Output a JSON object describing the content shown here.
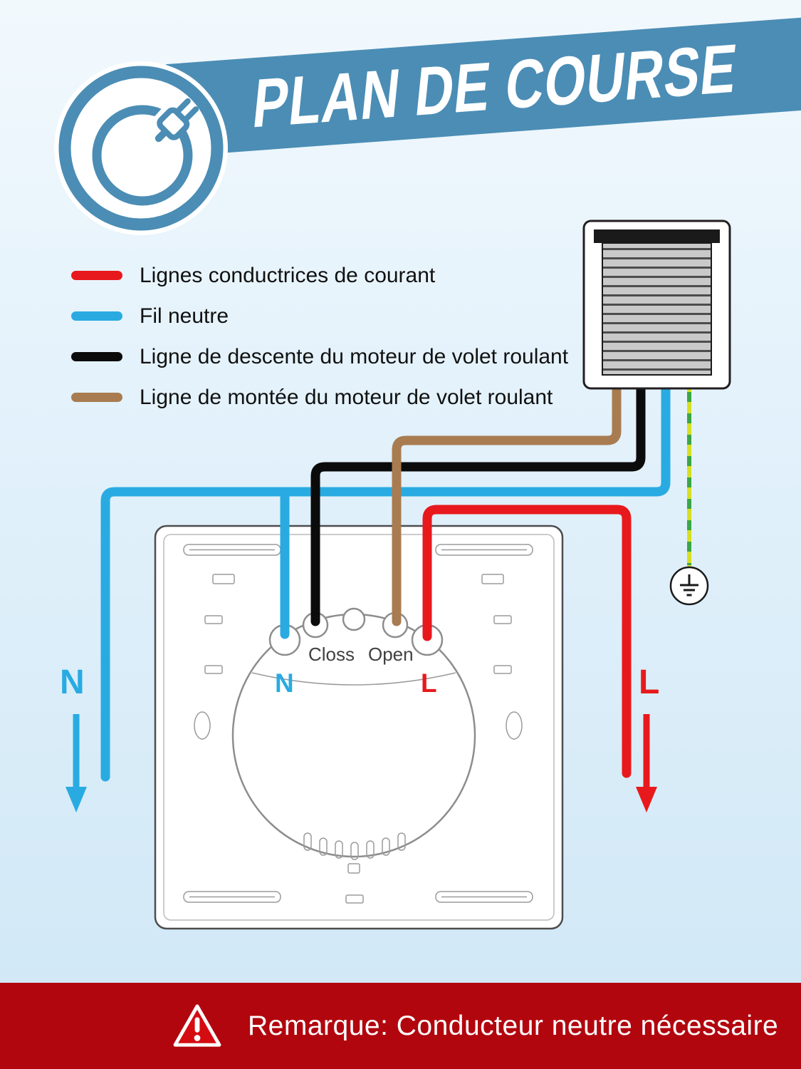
{
  "colors": {
    "banner_blue": "#4b8db5",
    "logo_blue": "#4b8db5",
    "red": "#e8191c",
    "blue": "#29abe2",
    "black": "#0b0b0b",
    "brown": "#a87c50",
    "earth_yellow": "#d6df22",
    "earth_green": "#3aa648",
    "footer_red": "#b2060e",
    "warning_red": "#d50b12"
  },
  "header": {
    "title": "PLAN DE COURSE",
    "logo_icon": "power-plug-icon"
  },
  "legend": {
    "items": [
      {
        "label": "Lignes conductrices de courant",
        "color": "#e8191c"
      },
      {
        "label": "Fil neutre",
        "color": "#29abe2"
      },
      {
        "label": "Ligne de descente du moteur de volet roulant",
        "color": "#0b0b0b"
      },
      {
        "label": "Ligne de montée du moteur de volet roulant",
        "color": "#a87c50"
      }
    ]
  },
  "diagram": {
    "shutter": "roller-shutter-motor",
    "switch_panel": {
      "close_terminal_label": "Closs",
      "open_terminal_label": "Open",
      "neutral_terminal_label": "N",
      "live_terminal_label": "L"
    },
    "left_wire_label": "N",
    "right_wire_label": "L"
  },
  "footer": {
    "note": "Remarque: Conducteur neutre nécessaire"
  }
}
